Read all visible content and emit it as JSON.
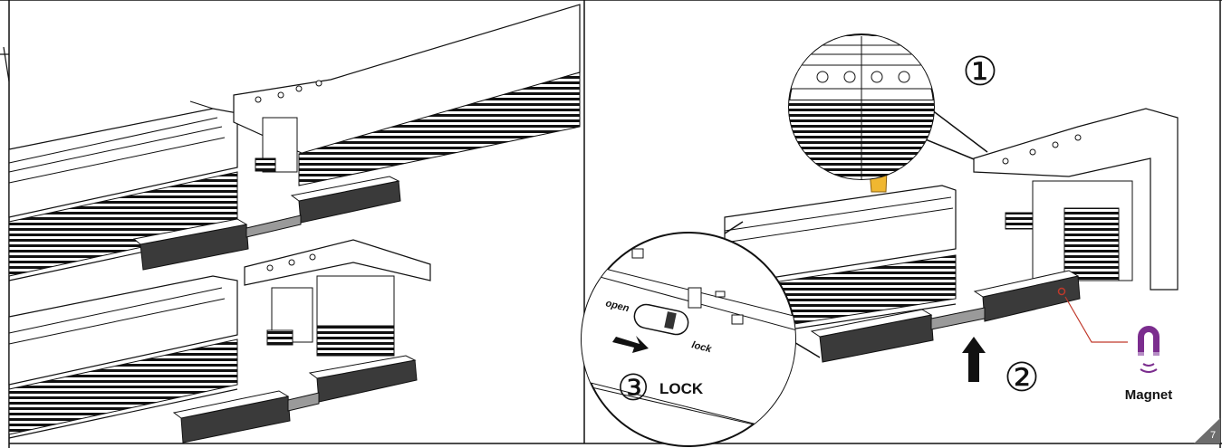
{
  "steps": {
    "step1": "①",
    "step2": "②",
    "step3": "③",
    "lock_label": "LOCK"
  },
  "switch": {
    "open_label": "open",
    "lock_label": "lock"
  },
  "magnet": {
    "label": "Magnet",
    "icon": "magnet-icon",
    "icon_color": "#7b2d8e",
    "leader_color": "#c0392b"
  },
  "page": {
    "number": "7",
    "tab_color": "#6d6d6d"
  }
}
